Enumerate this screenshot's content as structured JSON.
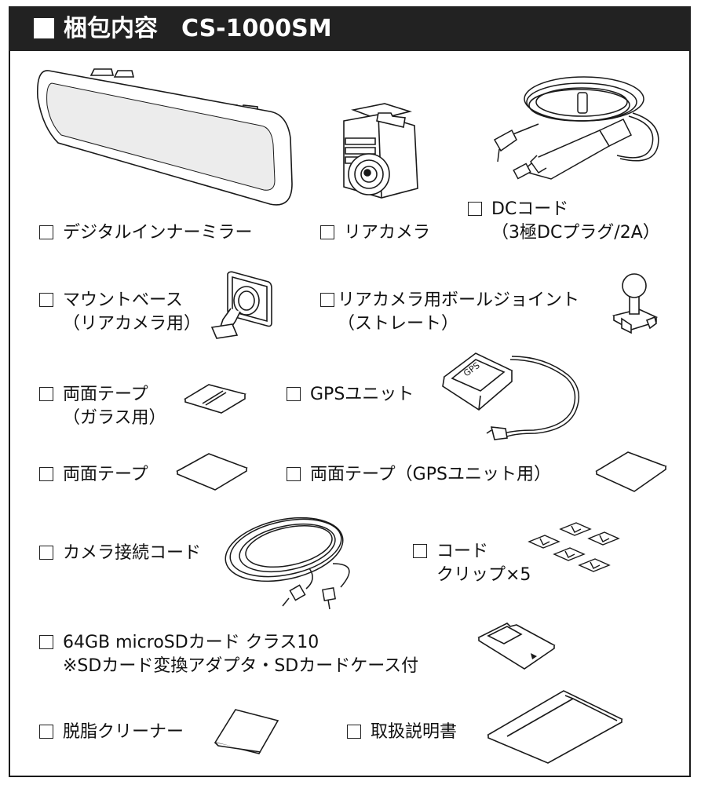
{
  "header": {
    "title": "梱包内容　CS-1000SM"
  },
  "items": [
    {
      "id": "mirror",
      "lines": [
        "デジタルインナーミラー"
      ]
    },
    {
      "id": "rear_camera",
      "lines": [
        "リアカメラ"
      ]
    },
    {
      "id": "dc_cord",
      "lines": [
        "DCコード",
        "（3極DCプラグ/2A）"
      ]
    },
    {
      "id": "mount_base",
      "lines": [
        "マウントベース",
        "（リアカメラ用）"
      ]
    },
    {
      "id": "ball_joint",
      "lines": [
        "リアカメラ用ボールジョイント",
        "（ストレート）"
      ]
    },
    {
      "id": "tape_glass",
      "lines": [
        "両面テープ",
        "（ガラス用）"
      ]
    },
    {
      "id": "gps_unit",
      "lines": [
        "GPSユニット"
      ]
    },
    {
      "id": "tape",
      "lines": [
        "両面テープ"
      ]
    },
    {
      "id": "tape_gps",
      "lines": [
        "両面テープ（GPSユニット用）"
      ]
    },
    {
      "id": "camera_cord",
      "lines": [
        "カメラ接続コード"
      ]
    },
    {
      "id": "cord_clip",
      "lines": [
        "コード",
        "クリップ×5"
      ]
    },
    {
      "id": "sd_card",
      "lines": [
        "64GB microSDカード クラス10",
        "※SDカード変換アダプタ・SDカードケース付"
      ]
    },
    {
      "id": "cleaner",
      "lines": [
        "脱脂クリーナー"
      ]
    },
    {
      "id": "manual",
      "lines": [
        "取扱説明書"
      ]
    }
  ],
  "illustration_labels": {
    "gps_badge": "GPS"
  },
  "colors": {
    "header_bg": "#222222",
    "line": "#1a1a1a",
    "screen": "#ececec"
  },
  "icons": [
    "mirror-illustration",
    "rear-camera-illustration",
    "dc-cord-illustration",
    "mount-base-illustration",
    "ball-joint-illustration",
    "tape-glass-illustration",
    "gps-unit-illustration",
    "tape-illustration",
    "tape-gps-illustration",
    "camera-cord-illustration",
    "cord-clip-illustration",
    "sd-card-illustration",
    "cleaner-illustration",
    "manual-illustration"
  ]
}
